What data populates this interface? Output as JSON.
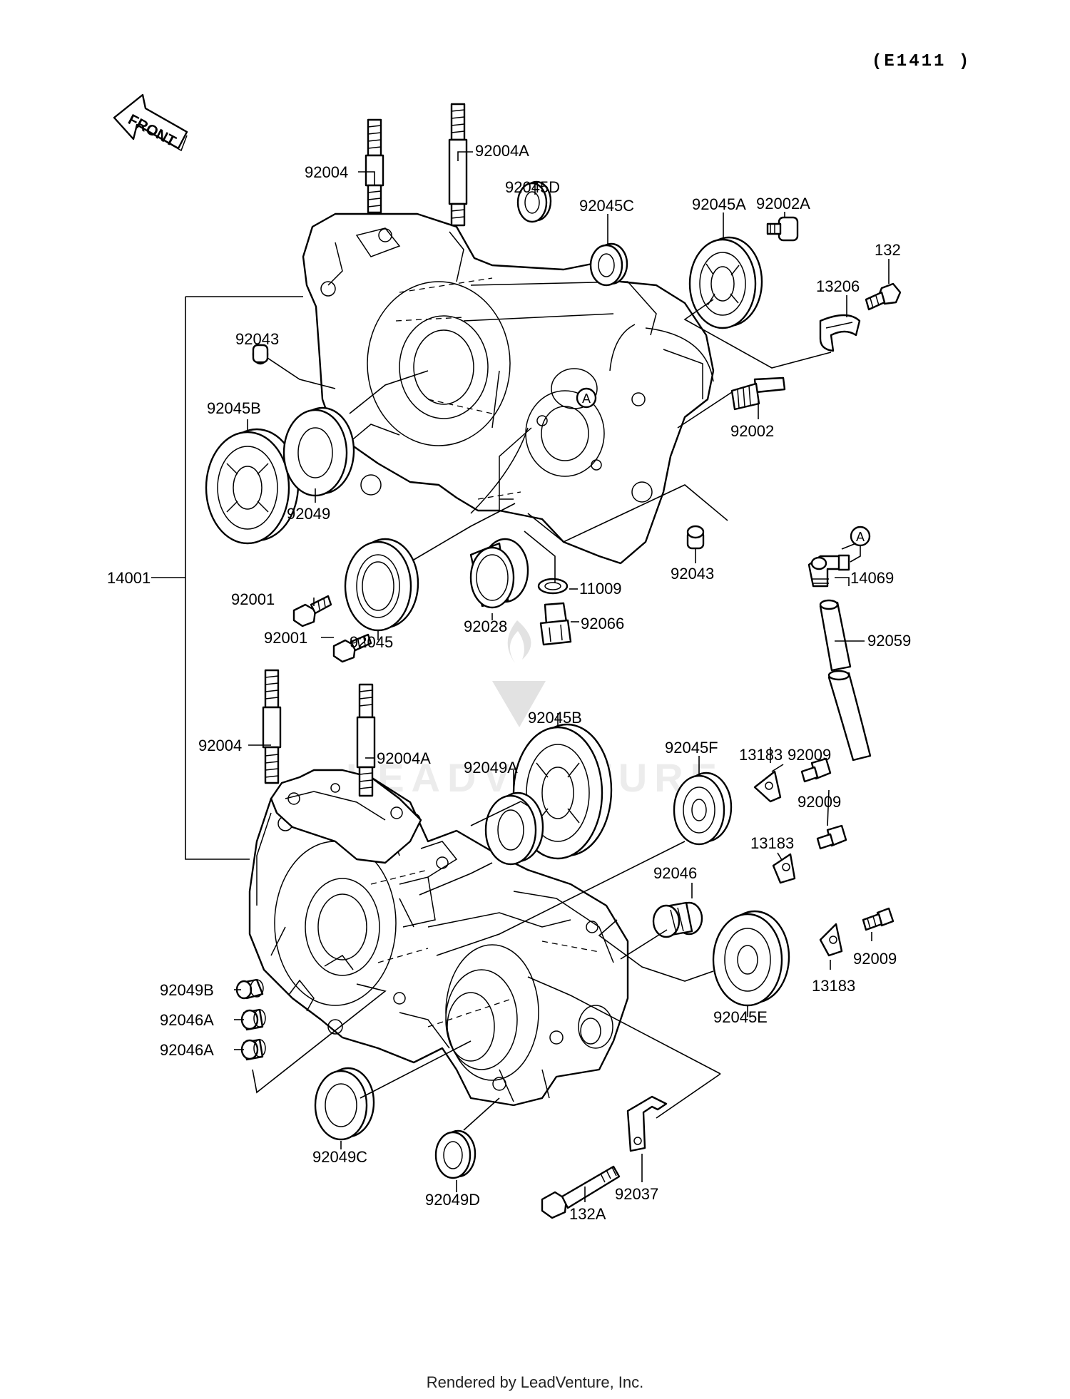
{
  "diagram_code": "(E1411 )",
  "front_label": "FRONT",
  "ref_marker": "A",
  "watermark": "LEADVENTURE",
  "footer": "Rendered by LeadVenture, Inc.",
  "labels": {
    "p92004_top": "92004",
    "p92004A_top": "92004A",
    "p92045D": "92045D",
    "p92045C": "92045C",
    "p92045A": "92045A",
    "p92002A": "92002A",
    "p132": "132",
    "p13206": "13206",
    "p92043_l": "92043",
    "p92045B_l": "92045B",
    "p92049": "92049",
    "p92002": "92002",
    "p14001": "14001",
    "p92043_r": "92043",
    "p14069": "14069",
    "p11009": "11009",
    "p92001_a": "92001",
    "p92001_b": "92001",
    "p92045": "92045",
    "p92028": "92028",
    "p92066": "92066",
    "p92059": "92059",
    "p92004_bot": "92004",
    "p92004A_bot": "92004A",
    "p92045B_bot": "92045B",
    "p92049A": "92049A",
    "p92045F": "92045F",
    "p13183_a": "13183",
    "p92009_a": "92009",
    "p92009_b": "92009",
    "p13183_b": "13183",
    "p92046": "92046",
    "p92009_c": "92009",
    "p13183_c": "13183",
    "p92049B": "92049B",
    "p92046A_a": "92046A",
    "p92046A_b": "92046A",
    "p92045E": "92045E",
    "p92049C": "92049C",
    "p92049D": "92049D",
    "p92037": "92037",
    "p132A": "132A"
  }
}
